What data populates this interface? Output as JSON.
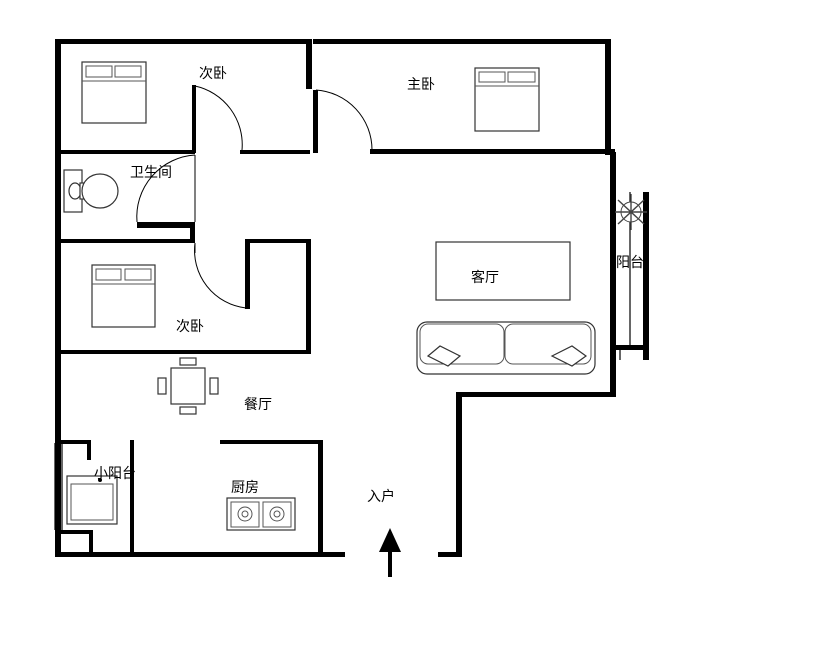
{
  "rooms": {
    "secondary_bedroom_top": "次卧",
    "master_bedroom": "主卧",
    "bathroom": "卫生间",
    "secondary_bedroom_mid": "次卧",
    "living_room": "客厅",
    "balcony": "阳台",
    "dining_room": "餐厅",
    "small_balcony": "小阳台",
    "kitchen": "厨房",
    "entrance": "入户"
  }
}
